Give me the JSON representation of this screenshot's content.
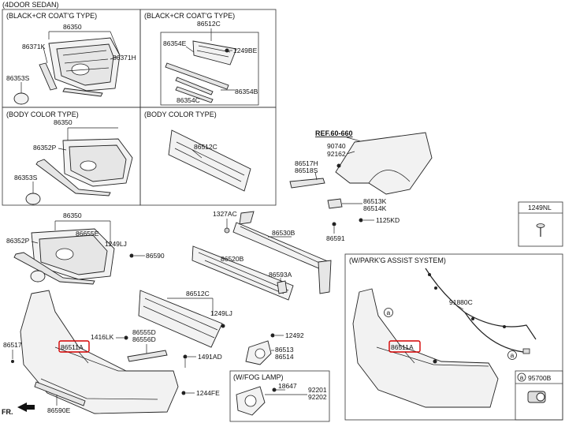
{
  "header": {
    "title": "(4DOOR SEDAN)"
  },
  "boxes": {
    "box1_title": "(BLACK+CR COAT'G TYPE)",
    "box2_title": "(BLACK+CR COAT'G TYPE)",
    "box3_title": "(BODY COLOR TYPE)",
    "box4_title": "(BODY COLOR TYPE)",
    "parking_title": "(W/PARK'G ASSIST SYSTEM)",
    "fog_title": "(W/FOG LAMP)"
  },
  "reference": {
    "fender_ref": "REF.60-660"
  },
  "labels": {
    "b1_86350": "86350",
    "b1_86371K": "86371K",
    "b1_86371H": "86371H",
    "b1_86353S": "86353S",
    "b2_86512C": "86512C",
    "b2_86354E": "86354E",
    "b2_1249BE": "1249BE",
    "b2_86354B": "86354B",
    "b2_86354C": "86354C",
    "b3_86350": "86350",
    "b3_86352P": "86352P",
    "b3_86353S": "86353S",
    "b4_86512C": "86512C",
    "m_86350": "86350",
    "m_86352P": "86352P",
    "m_86655E": "86655E",
    "m_1249LJ": "1249LJ",
    "m_86590": "86590",
    "m_1327AC": "1327AC",
    "m_86530B": "86530B",
    "m_86520B": "86520B",
    "m_86593A": "86593A",
    "m_86512C": "86512C",
    "m_1249LJ_2": "1249LJ",
    "m_1416LK": "1416LK",
    "m_86555D": "86555D",
    "m_86556D": "86556D",
    "m_86517": "86517",
    "m_86511A": "86511A",
    "m_1491AD": "1491AD",
    "m_1244FE": "1244FE",
    "m_86590E": "86590E",
    "m_12492": "12492",
    "m_86513": "86513",
    "m_86514": "86514",
    "f_90740": "90740",
    "f_92162": "92162",
    "f_86517H": "86517H",
    "f_86518S": "86518S",
    "f_86513K": "86513K",
    "f_86514K": "86514K",
    "f_1125KD": "1125KD",
    "f_86591": "86591",
    "fog_18647": "18647",
    "fog_92201": "92201",
    "fog_92202": "92202",
    "p_91880C": "91880C",
    "p_86511A": "86511A",
    "p_95700B": "95700B",
    "p_a1": "a",
    "p_a2": "a",
    "p_a3": "a",
    "key_1249NL": "1249NL",
    "fr": "FR."
  }
}
